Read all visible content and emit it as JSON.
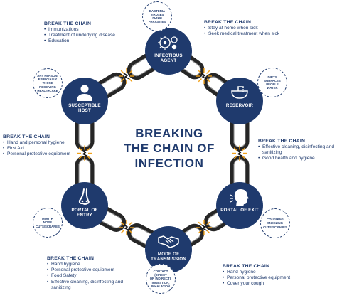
{
  "title_lines": [
    "BREAKING",
    "THE CHAIN OF",
    "INFECTION"
  ],
  "colors": {
    "navy": "#1f3a6d",
    "chain": "#262626",
    "spark": "#f2a21b"
  },
  "nodes": [
    {
      "id": "infectious-agent",
      "label": "INFECTIOUS AGENT",
      "icon": "microbes-icon"
    },
    {
      "id": "reservoir",
      "label": "RESERVOIR",
      "icon": "sink-icon"
    },
    {
      "id": "portal-of-exit",
      "label": "PORTAL OF EXIT",
      "icon": "coughing-head-icon"
    },
    {
      "id": "mode-of-transmission",
      "label": "MODE OF TRANSMISSION",
      "icon": "handshake-icon"
    },
    {
      "id": "portal-of-entry",
      "label": "PORTAL OF ENTRY",
      "icon": "nose-icon"
    },
    {
      "id": "susceptible-host",
      "label": "SUSCEPTIBLE HOST",
      "icon": "person-icon"
    }
  ],
  "bubbles": [
    {
      "id": "agent-examples",
      "text": "BACTERIA\nVIRUSES\nFUNGI\nPARASITES"
    },
    {
      "id": "reservoir-examples",
      "text": "DIRTY SURFACES\nPEOPLE\nWATER"
    },
    {
      "id": "exit-examples",
      "text": "COUGHING\nSNEEZING\nCUTS/SCRAPES"
    },
    {
      "id": "transmission-examples",
      "text": "CONTACT (DIRECT\nOR INDIRECT),\nINGESTION,\nINHALATION"
    },
    {
      "id": "entry-examples",
      "text": "MOUTH\nNOSE\nCUTS/SCRAPES"
    },
    {
      "id": "host-examples",
      "text": "ANY PERSON,\nESPECIALLY\nTHOSE RECEIVING\nHEALTHCARE"
    }
  ],
  "panels": [
    {
      "id": "host",
      "heading": "BREAK THE CHAIN",
      "items": [
        "Immunizations",
        "Treatment of underlying disease",
        "Education"
      ]
    },
    {
      "id": "agent",
      "heading": "BREAK THE CHAIN",
      "items": [
        "Stay at home when sick",
        "Seek medical treatment when sick"
      ]
    },
    {
      "id": "entry",
      "heading": "BREAK THE CHAIN",
      "items": [
        "Hand and personal hygiene",
        "First Aid",
        "Personal protective equipment"
      ]
    },
    {
      "id": "reservoir",
      "heading": "BREAK THE CHAIN",
      "items": [
        "Effective cleaning, disinfecting and sanitizing",
        "Good health and hygiene"
      ]
    },
    {
      "id": "transmission",
      "heading": "BREAK THE CHAIN",
      "items": [
        "Hand hygiene",
        "Personal protective equipment",
        "Food Safety",
        "Effective cleaning, disinfecting and sanitizing"
      ]
    },
    {
      "id": "exit",
      "heading": "BREAK THE CHAIN",
      "items": [
        "Hand hygiene",
        "Personal protective equipment",
        "Cover your cough"
      ]
    }
  ]
}
